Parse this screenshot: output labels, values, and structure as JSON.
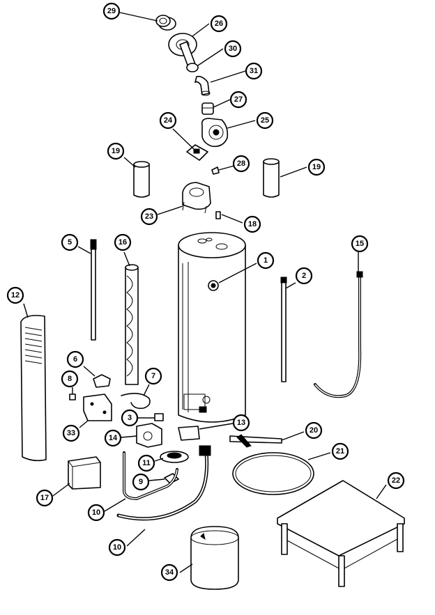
{
  "callouts": [
    {
      "id": "c29",
      "label": "29"
    },
    {
      "id": "c26",
      "label": "26"
    },
    {
      "id": "c30",
      "label": "30"
    },
    {
      "id": "c31",
      "label": "31"
    },
    {
      "id": "c27",
      "label": "27"
    },
    {
      "id": "c24",
      "label": "24"
    },
    {
      "id": "c25",
      "label": "25"
    },
    {
      "id": "c19a",
      "label": "19"
    },
    {
      "id": "c28",
      "label": "28"
    },
    {
      "id": "c19b",
      "label": "19"
    },
    {
      "id": "c23",
      "label": "23"
    },
    {
      "id": "c18",
      "label": "18"
    },
    {
      "id": "c5",
      "label": "5"
    },
    {
      "id": "c16",
      "label": "16"
    },
    {
      "id": "c15",
      "label": "15"
    },
    {
      "id": "c1",
      "label": "1"
    },
    {
      "id": "c2",
      "label": "2"
    },
    {
      "id": "c12",
      "label": "12"
    },
    {
      "id": "c6",
      "label": "6"
    },
    {
      "id": "c7",
      "label": "7"
    },
    {
      "id": "c8",
      "label": "8"
    },
    {
      "id": "c3",
      "label": "3"
    },
    {
      "id": "c13",
      "label": "13"
    },
    {
      "id": "c20",
      "label": "20"
    },
    {
      "id": "c33",
      "label": "33"
    },
    {
      "id": "c14",
      "label": "14"
    },
    {
      "id": "c21",
      "label": "21"
    },
    {
      "id": "c11",
      "label": "11"
    },
    {
      "id": "c9",
      "label": "9"
    },
    {
      "id": "c17",
      "label": "17"
    },
    {
      "id": "c22",
      "label": "22"
    },
    {
      "id": "c10a",
      "label": "10"
    },
    {
      "id": "c10b",
      "label": "10"
    },
    {
      "id": "c34",
      "label": "34"
    }
  ]
}
